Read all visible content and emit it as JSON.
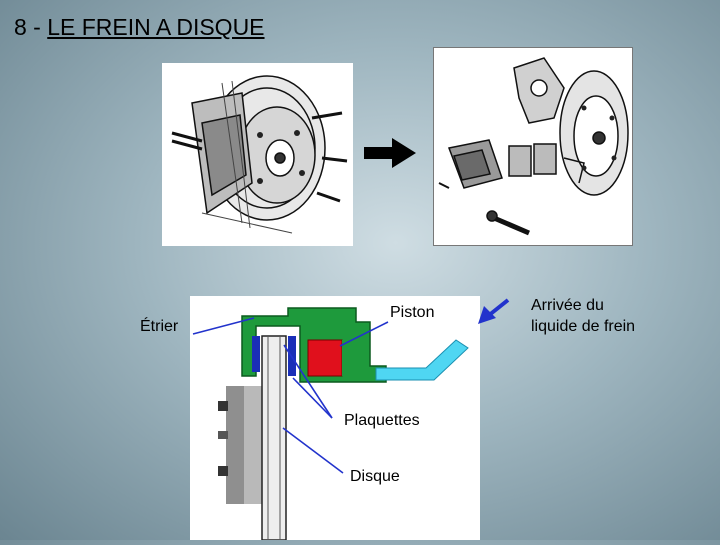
{
  "title": {
    "prefix": "8 - ",
    "main": "LE FREIN A DISQUE"
  },
  "labels": {
    "etrier": "Étrier",
    "piston": "Piston",
    "plaquettes": "Plaquettes",
    "disque": "Disque",
    "arrivee_line1": "Arrivée du",
    "arrivee_line2": "liquide de frein"
  },
  "colors": {
    "caliper": "#1e9a3c",
    "piston": "#e0101c",
    "pads": "#1a2fb8",
    "fluid": "#4fd6f2",
    "leader": "#2233cc"
  },
  "icons": {
    "transition_arrow": "right-arrow-icon",
    "fluid_arrow": "blue-arrow-icon"
  }
}
